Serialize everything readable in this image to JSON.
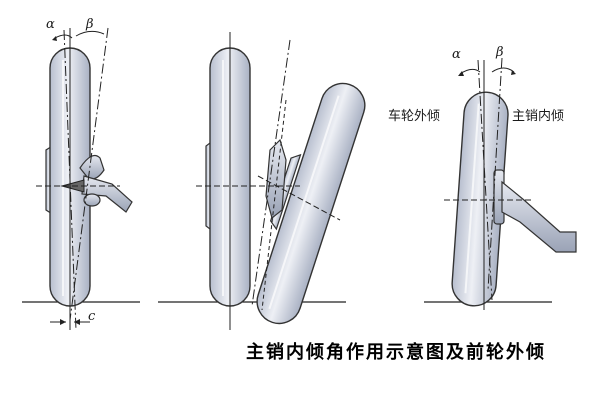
{
  "labels": {
    "alpha": "α",
    "beta": "β",
    "c": "c",
    "wheel_camber": "车轮外倾",
    "kingpin_inclination": "主销内倾"
  },
  "caption": "主销内倾角作用示意图及前轮外倾",
  "colors": {
    "wheel_fill": "#d9dde8",
    "wheel_stroke": "#333333",
    "line": "#222222"
  }
}
